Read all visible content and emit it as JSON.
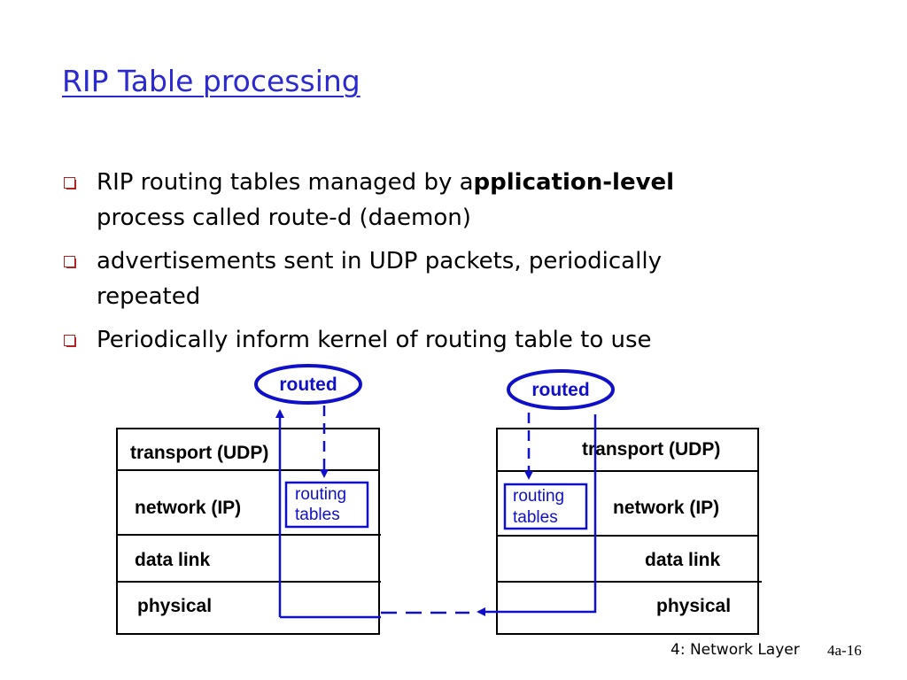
{
  "title": "RIP Table processing",
  "bullets": [
    {
      "line1_pre": "RIP routing tables managed by a",
      "line1_bold": "pplication-level",
      "line2": "process called route-d (daemon)"
    },
    {
      "line1": "advertisements sent in UDP packets, periodically",
      "line2": "repeated"
    },
    {
      "line1": "Periodically inform kernel of routing table to use"
    }
  ],
  "diagram": {
    "left_stack": {
      "daemon": "routed",
      "transport": "transport (UDP)",
      "network": "network (IP)",
      "routing_tables_line1": "routing",
      "routing_tables_line2": "tables",
      "datalink": "data link",
      "physical": "physical"
    },
    "right_stack": {
      "daemon": "routed",
      "transport": "transport (UDP)",
      "network": "network (IP)",
      "routing_tables_line1": "routing",
      "routing_tables_line2": "tables",
      "datalink": "data link",
      "physical": "physical"
    },
    "colors": {
      "accent": "#1010c8",
      "title": "#2a2ad0",
      "bullet": "#b22222"
    }
  },
  "footer": {
    "chapter": "4: Network Layer",
    "page": "4a-16"
  }
}
